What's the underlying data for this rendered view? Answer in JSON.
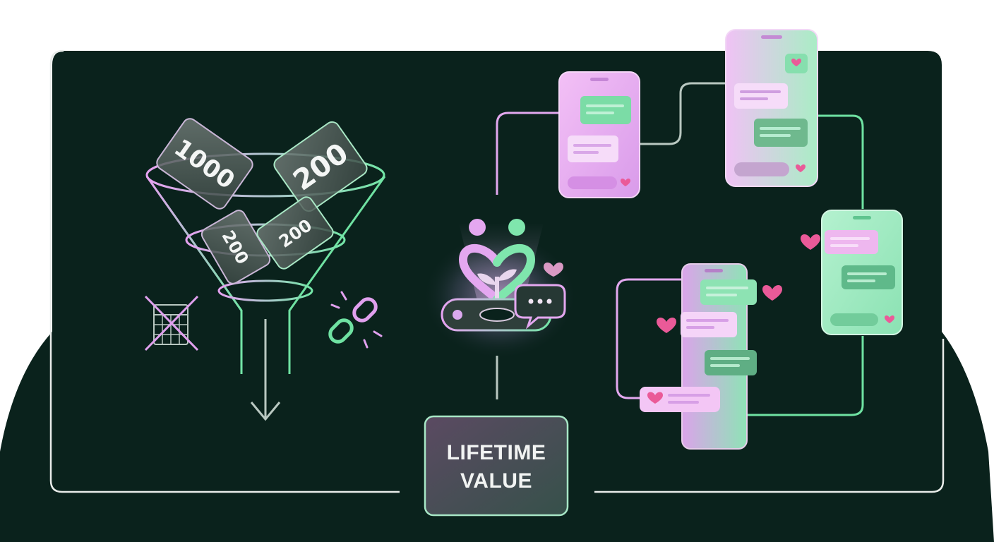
{
  "diagram": {
    "funnel": {
      "tickets": [
        {
          "value": "1000"
        },
        {
          "value": "200"
        },
        {
          "value": "200"
        },
        {
          "value": "200"
        }
      ]
    },
    "center_label": {
      "line1": "LIFETIME",
      "line2": "VALUE"
    },
    "icons": {
      "left_cross": "crossed-out-calendar-icon",
      "right_link": "broken-link-icon",
      "center": "couple-heart-growth-icon"
    },
    "colors": {
      "panel_bg": "#0a221c",
      "pink": "#e7a6f0",
      "green": "#72e3a6",
      "heart": "#ea5a98"
    }
  }
}
